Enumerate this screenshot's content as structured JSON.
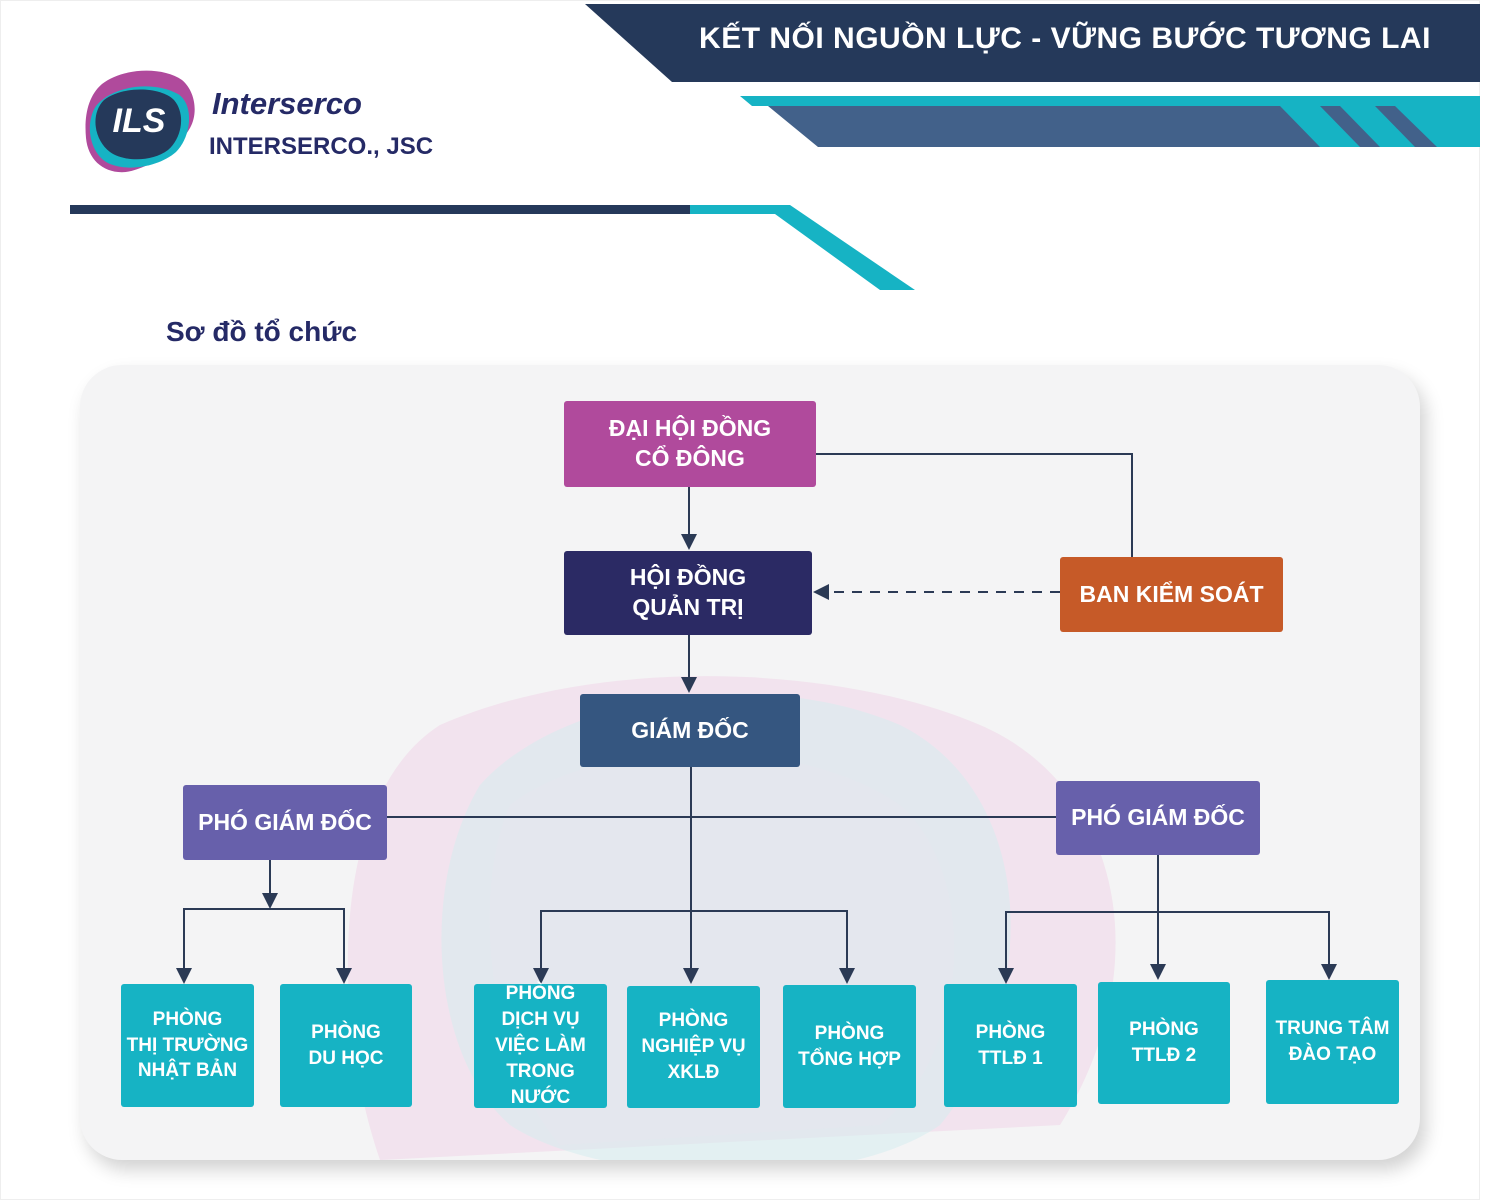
{
  "header": {
    "slogan": "KẾT NỐI NGUỒN LỰC - VỮNG BƯỚC TƯƠNG LAI",
    "brand_name": "Interserco",
    "company_name": "INTERSERCO., JSC",
    "logo_text": "ILS"
  },
  "section": {
    "title": "Sơ đồ tổ chức"
  },
  "org_chart": {
    "shareholders": "ĐẠI HỘI ĐỒNG\nCỔ ĐÔNG",
    "board": "HỘI ĐỒNG\nQUẢN TRỊ",
    "supervisory": "BAN KIỂM SOÁT",
    "director": "GIÁM ĐỐC",
    "deputy_left": "PHÓ GIÁM ĐỐC",
    "deputy_right": "PHÓ GIÁM ĐỐC",
    "departments": [
      "PHÒNG\nTHỊ TRƯỜNG\nNHẬT BẢN",
      "PHÒNG\nDU HỌC",
      "PHÒNG\nDỊCH VỤ\nVIỆC LÀM\nTRONG NƯỚC",
      "PHÒNG\nNGHIỆP VỤ\nXKLĐ",
      "PHÒNG\nTỔNG HỢP",
      "PHÒNG\nTTLĐ 1",
      "PHÒNG\nTTLĐ 2",
      "TRUNG TÂM\nĐÀO TẠO"
    ]
  },
  "colors": {
    "navy": "#25395a",
    "teal": "#16b3c4",
    "magenta": "#b04a9c",
    "orange": "#c65a28",
    "purple": "#6760ab"
  }
}
